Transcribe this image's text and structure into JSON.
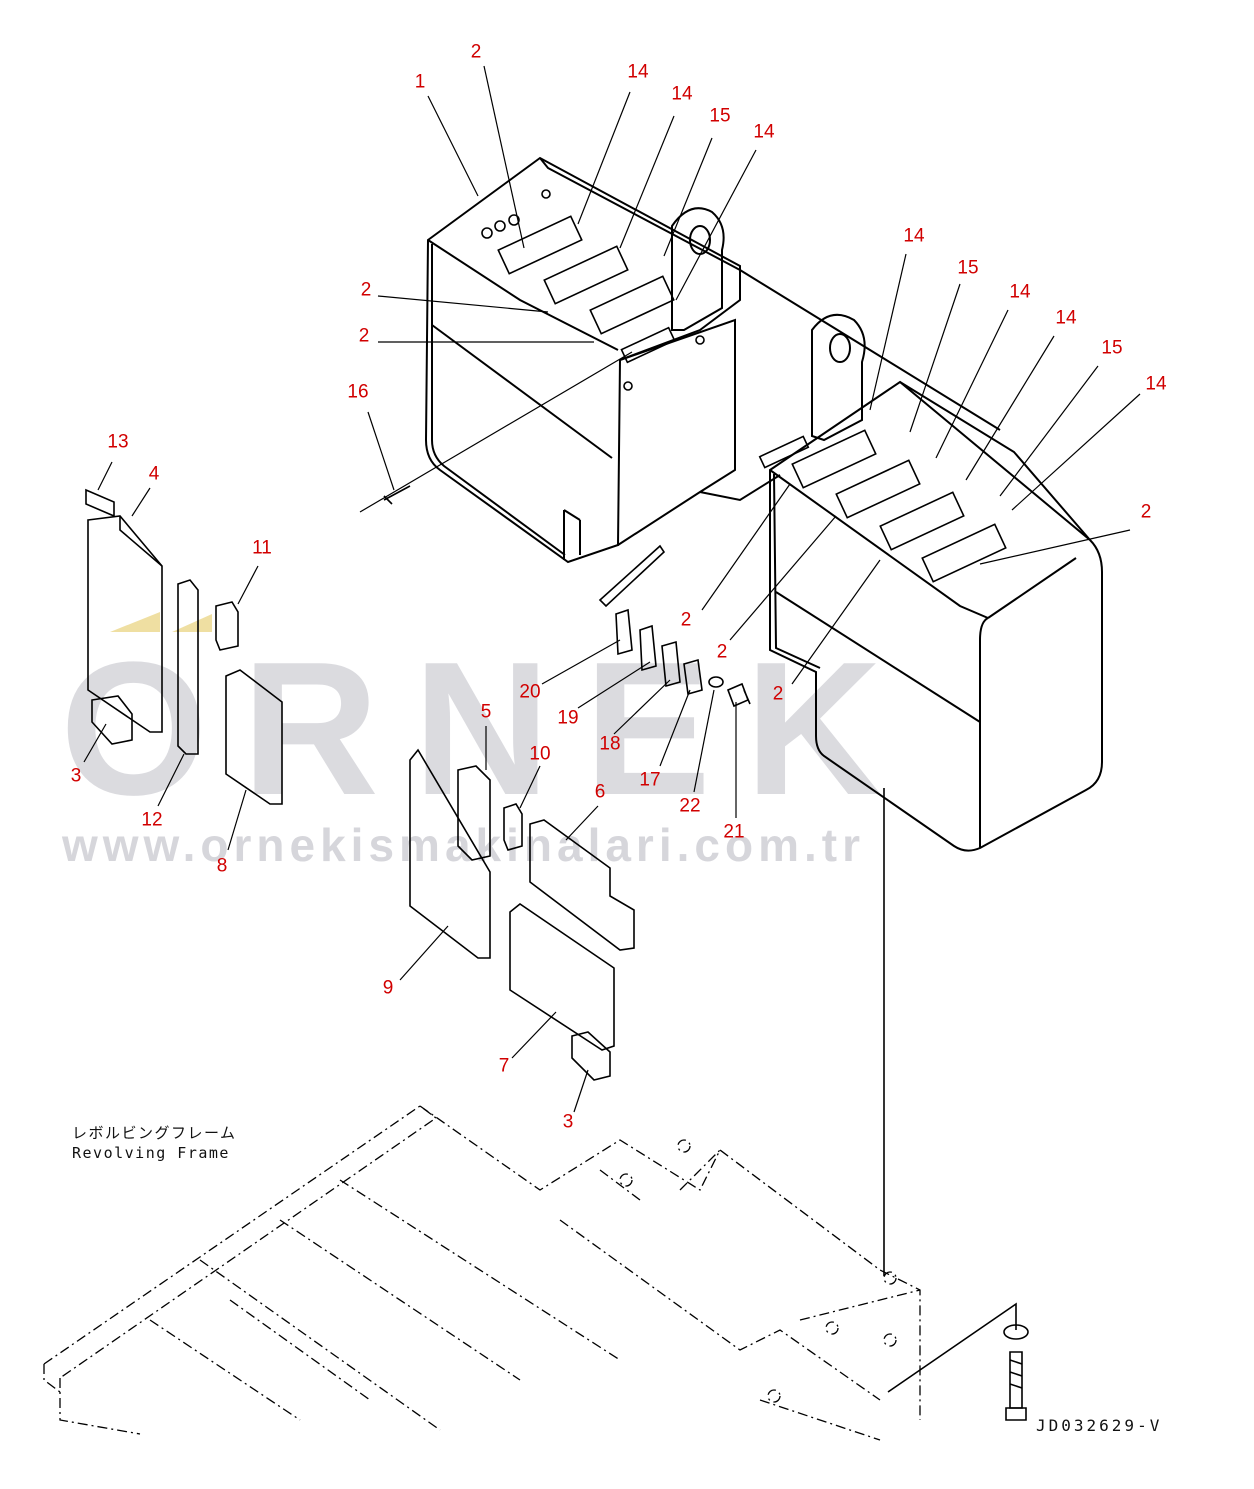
{
  "callouts": [
    {
      "id": "c1",
      "label": "1"
    },
    {
      "id": "c2a",
      "label": "2"
    },
    {
      "id": "c14a",
      "label": "14"
    },
    {
      "id": "c14b",
      "label": "14"
    },
    {
      "id": "c15a",
      "label": "15"
    },
    {
      "id": "c14c",
      "label": "14"
    },
    {
      "id": "c2b",
      "label": "2"
    },
    {
      "id": "c2c",
      "label": "2"
    },
    {
      "id": "c16",
      "label": "16"
    },
    {
      "id": "c14d",
      "label": "14"
    },
    {
      "id": "c15b",
      "label": "15"
    },
    {
      "id": "c14e",
      "label": "14"
    },
    {
      "id": "c14f",
      "label": "14"
    },
    {
      "id": "c15c",
      "label": "15"
    },
    {
      "id": "c14g",
      "label": "14"
    },
    {
      "id": "c2d",
      "label": "2"
    },
    {
      "id": "c13",
      "label": "13"
    },
    {
      "id": "c4",
      "label": "4"
    },
    {
      "id": "c11",
      "label": "11"
    },
    {
      "id": "c3a",
      "label": "3"
    },
    {
      "id": "c12",
      "label": "12"
    },
    {
      "id": "c8",
      "label": "8"
    },
    {
      "id": "c2e",
      "label": "2"
    },
    {
      "id": "c2f",
      "label": "2"
    },
    {
      "id": "c2g",
      "label": "2"
    },
    {
      "id": "c20",
      "label": "20"
    },
    {
      "id": "c19",
      "label": "19"
    },
    {
      "id": "c18",
      "label": "18"
    },
    {
      "id": "c17",
      "label": "17"
    },
    {
      "id": "c22",
      "label": "22"
    },
    {
      "id": "c21",
      "label": "21"
    },
    {
      "id": "c5",
      "label": "5"
    },
    {
      "id": "c10",
      "label": "10"
    },
    {
      "id": "c6",
      "label": "6"
    },
    {
      "id": "c9",
      "label": "9"
    },
    {
      "id": "c7",
      "label": "7"
    },
    {
      "id": "c3b",
      "label": "3"
    }
  ],
  "captions": {
    "frame_jp": "レボルビングフレーム",
    "frame_en": "Revolving Frame",
    "drawing_code": "JD032629-V"
  },
  "watermark": {
    "word": "ORNEK",
    "url": "www.ornekismakinalari.com.tr"
  },
  "colors": {
    "callout": "#d10000",
    "line": "#000000",
    "watermark": "#9a9aa6"
  }
}
